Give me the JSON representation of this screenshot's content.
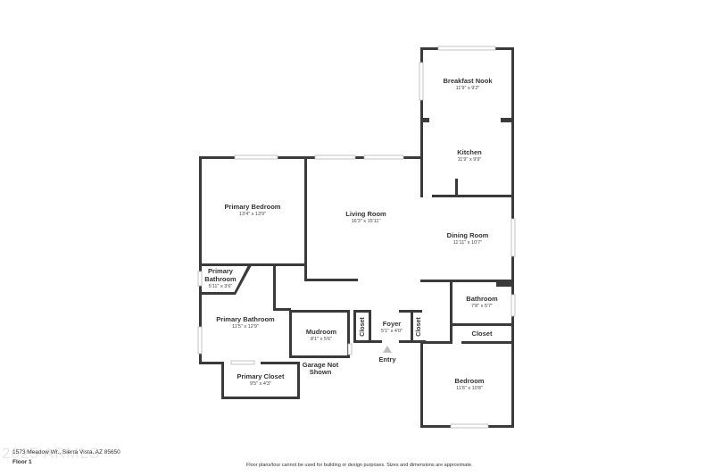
{
  "rooms": {
    "breakfast_nook": {
      "name": "Breakfast Nook",
      "dims": "11'9\" x 9'2\""
    },
    "kitchen": {
      "name": "Kitchen",
      "dims": "11'9\" x 9'9\""
    },
    "primary_bedroom": {
      "name": "Primary Bedroom",
      "dims": "13'4\" x 13'9\""
    },
    "living_room": {
      "name": "Living Room",
      "dims": "16'3\" x 15'11\""
    },
    "dining_room": {
      "name": "Dining Room",
      "dims": "11'11\" x 10'7\""
    },
    "primary_bathroom_small": {
      "name_line1": "Primary",
      "name_line2": "Bathroom",
      "dims": "5'11\" x 3'6\""
    },
    "primary_bathroom": {
      "name": "Primary Bathroom",
      "dims": "11'5\" x 12'9\""
    },
    "mudroom": {
      "name": "Mudroom",
      "dims": "8'1\" x 5'6\""
    },
    "foyer": {
      "name": "Foyer",
      "dims": "5'1\" x 4'0\""
    },
    "bathroom": {
      "name": "Bathroom",
      "dims": "7'8\" x 5'7\""
    },
    "closet_right": {
      "name": "Closet"
    },
    "closet_v1": {
      "name": "Closet"
    },
    "closet_v2": {
      "name": "Closet"
    },
    "primary_closet": {
      "name": "Primary Closet",
      "dims": "9'5\" x 4'3\""
    },
    "bedroom": {
      "name": "Bedroom",
      "dims": "11'6\" x 10'8\""
    }
  },
  "labels": {
    "garage_line1": "Garage Not",
    "garage_line2": "Shown",
    "entry": "Entry"
  },
  "footer": {
    "address": "1573 Meadow Wr., Sierra Vista, AZ 85650",
    "floor": "Floor 1",
    "disclaimer": "Floor plans/tour cannot be used for building or design purposes. Sizes and dimensions are approximate.",
    "watermark": "2025 ARMLS"
  },
  "colors": {
    "wall": "#3a3a3a",
    "window": "#b5b5b5",
    "entry_arrow": "#bdbdbd"
  }
}
